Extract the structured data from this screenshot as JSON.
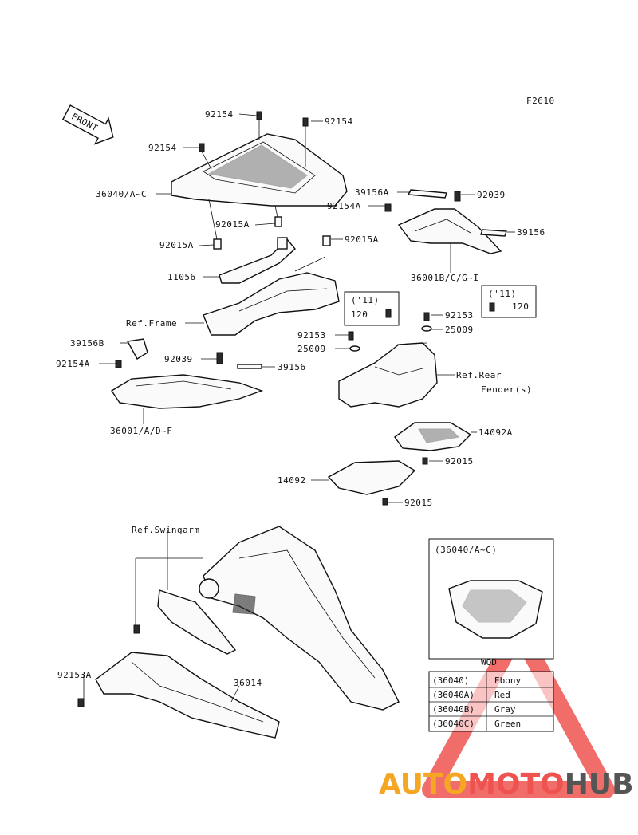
{
  "figure_code": "F2610",
  "front_arrow_label": "FRONT",
  "parts": {
    "p92154_a": "92154",
    "p92154_b": "92154",
    "p92154_c": "92154",
    "p36040": "36040/A~C",
    "p92015A_a": "92015A",
    "p92015A_b": "92015A",
    "p92015A_c": "92015A",
    "p11056": "11056",
    "ref_frame": "Ref.Frame",
    "p39156A": "39156A",
    "p92154A_a": "92154A",
    "p92039_a": "92039",
    "p39156_a": "39156",
    "p36001BCGI": "36001B/C/G~I",
    "year11_a": "('11)",
    "p120_a": "120",
    "year11_b": "('11)",
    "p120_b": "120",
    "p92153_a": "92153",
    "p25009_a": "25009",
    "p92153_b": "92153",
    "p25009_b": "25009",
    "p39156B": "39156B",
    "p92154A_b": "92154A",
    "p92039_b": "92039",
    "p39156_b": "39156",
    "ref_rear_fender_1": "Ref.Rear",
    "ref_rear_fender_2": "Fender(s)",
    "p36001ADF": "36001/A/D~F",
    "p14092A": "14092A",
    "p92015_a": "92015",
    "p14092": "14092",
    "p92015_b": "92015",
    "ref_swingarm": "Ref.Swingarm",
    "p92153A": "92153A",
    "p36014": "36014"
  },
  "inset": {
    "title": "(36040/A~C)"
  },
  "color_table": {
    "header": "WOD",
    "rows": [
      {
        "part": "(36040)",
        "color": "Ebony"
      },
      {
        "part": "(36040A)",
        "color": "Red"
      },
      {
        "part": "(36040B)",
        "color": "Gray"
      },
      {
        "part": "(36040C)",
        "color": "Green"
      }
    ]
  },
  "watermark": {
    "part1": "AUTO",
    "part2": "MOTO",
    "part3": "HUB"
  },
  "colors": {
    "watermark_orange": "#f5a623",
    "watermark_red": "#ef5350",
    "watermark_gray": "#555555"
  }
}
